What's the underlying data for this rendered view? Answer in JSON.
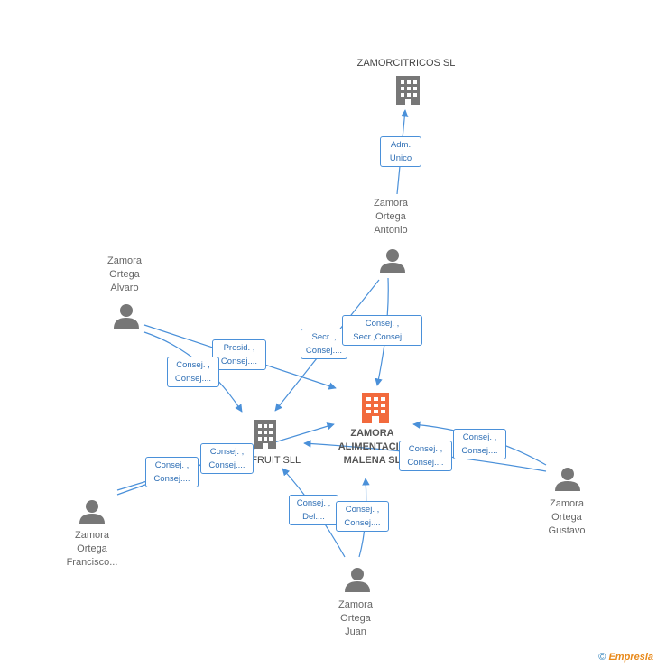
{
  "nodes": {
    "zamorcitricos": {
      "name": "ZAMORCITRICOS SL"
    },
    "antonio": {
      "line1": "Zamora",
      "line2": "Ortega",
      "line3": "Antonio"
    },
    "alvaro": {
      "line1": "Zamora",
      "line2": "Ortega",
      "line3": "Alvaro"
    },
    "francisco": {
      "line1": "Zamora",
      "line2": "Ortega",
      "line3": "Francisco..."
    },
    "juan": {
      "line1": "Zamora",
      "line2": "Ortega",
      "line3": "Juan"
    },
    "gustavo": {
      "line1": "Zamora",
      "line2": "Ortega",
      "line3": "Gustavo"
    },
    "kfruit": {
      "name": "KFRUIT SLL"
    },
    "main": {
      "line1": "ZAMORA",
      "line2": "ALIMENTACIO",
      "line3": "MALENA SL"
    }
  },
  "edges": {
    "adm_unico": {
      "line1": "Adm.",
      "line2": "Unico"
    },
    "secr_consej": {
      "line1": "Secr. ,",
      "line2": "Consej...."
    },
    "consej_secr": {
      "line1": "Consej. ,",
      "line2": "Secr.,Consej...."
    },
    "presid": {
      "line1": "Presid. ,",
      "line2": "Consej...."
    },
    "consej_alvaro": {
      "line1": "Consej. ,",
      "line2": "Consej...."
    },
    "consej_francisco_main": {
      "line1": "Consej. ,",
      "line2": "Consej...."
    },
    "consej_francisco_kfruit": {
      "line1": "Consej. ,",
      "line2": "Consej...."
    },
    "consej_gustavo_main": {
      "line1": "Consej. ,",
      "line2": "Consej...."
    },
    "consej_gustavo_main2": {
      "line1": "Consej. ,",
      "line2": "Consej...."
    },
    "consej_del_juan": {
      "line1": "Consej. ,",
      "line2": "Del...."
    },
    "consej_juan_main": {
      "line1": "Consej. ,",
      "line2": "Consej...."
    }
  },
  "footer": {
    "copyright": "©",
    "brand": "Empresia"
  },
  "colors": {
    "edge": "#4a90d9",
    "main_company": "#f26a3d",
    "company": "#777777",
    "person": "#777777"
  }
}
